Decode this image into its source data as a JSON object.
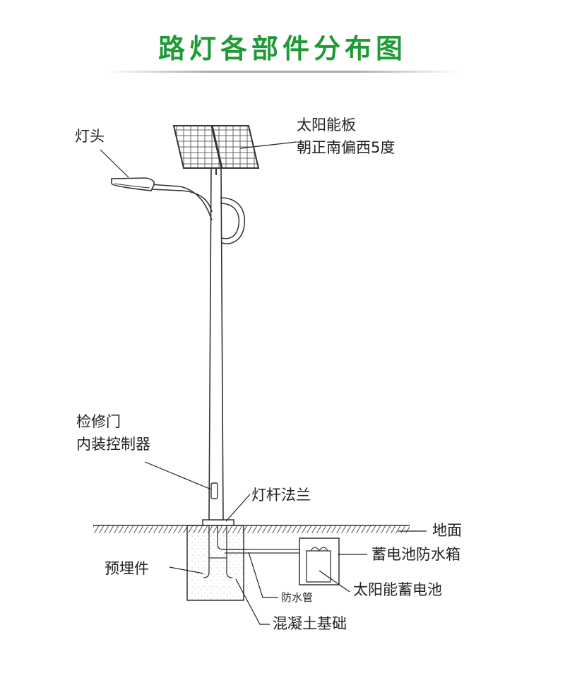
{
  "title": "路灯各部件分布图",
  "labels": {
    "lamp_head": "灯头",
    "solar_panel_line1": "太阳能板",
    "solar_panel_line2": "朝正南偏西5度",
    "access_door_line1": "检修门",
    "access_door_line2": "内装控制器",
    "pole_flange": "灯杆法兰",
    "ground": "地面",
    "battery_box": "蓄电池防水箱",
    "embedded_part": "预埋件",
    "solar_battery": "太阳能蓄电池",
    "waterproof_pipe": "防水管",
    "concrete_base": "混凝土基础"
  },
  "colors": {
    "title": "#1f9a36",
    "line": "#333333",
    "text": "#222222"
  }
}
